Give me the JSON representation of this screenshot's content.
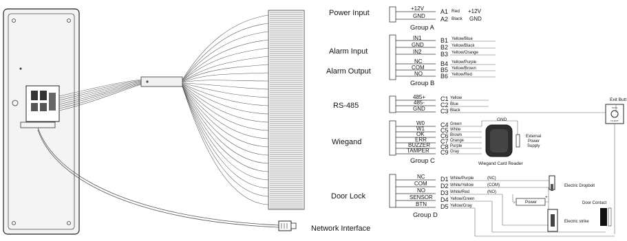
{
  "sections": {
    "power_input": "Power Input",
    "alarm_input": "Alarm Input",
    "alarm_output": "Alarm Output",
    "rs485": "RS-485",
    "wiegand": "Wiegand",
    "door_lock": "Door Lock",
    "network_interface": "Network Interface"
  },
  "groups": {
    "a": {
      "label": "Group A",
      "pins": [
        {
          "name": "+12V",
          "code": "A1",
          "wire": "Red",
          "extra": "+12V"
        },
        {
          "name": "GND",
          "code": "A2",
          "wire": "Black",
          "extra": "GND"
        }
      ]
    },
    "b": {
      "label": "Group B",
      "pins": [
        {
          "name": "IN1",
          "code": "B1",
          "wire": "Yellow/Blue"
        },
        {
          "name": "GND",
          "code": "B2",
          "wire": "Yellow/Black"
        },
        {
          "name": "IN2",
          "code": "B3",
          "wire": "Yellow/Orange"
        },
        {
          "name": "NC",
          "code": "B4",
          "wire": "Yellow/Purple"
        },
        {
          "name": "COM",
          "code": "B5",
          "wire": "Yellow/Brown"
        },
        {
          "name": "NO",
          "code": "B6",
          "wire": "Yellow/Red"
        }
      ]
    },
    "c_rs485": {
      "pins": [
        {
          "name": "485+",
          "code": "C1",
          "wire": "Yellow"
        },
        {
          "name": "485-",
          "code": "C2",
          "wire": "Blue"
        },
        {
          "name": "GND",
          "code": "C3",
          "wire": "Black"
        }
      ]
    },
    "c_wiegand": {
      "label": "Group C",
      "pins": [
        {
          "name": "W0",
          "code": "C4",
          "wire": "Green"
        },
        {
          "name": "W1",
          "code": "C5",
          "wire": "White"
        },
        {
          "name": "OK",
          "code": "C6",
          "wire": "Brown"
        },
        {
          "name": "ERR",
          "code": "C7",
          "wire": "Orange"
        },
        {
          "name": "BUZZER",
          "code": "C8",
          "wire": "Purple"
        },
        {
          "name": "TAMPER",
          "code": "C9",
          "wire": "Gray"
        }
      ]
    },
    "d": {
      "label": "Group D",
      "pins": [
        {
          "name": "NC",
          "code": "D1",
          "wire": "White/Purple",
          "mode": "(NC)"
        },
        {
          "name": "COM",
          "code": "D2",
          "wire": "White/Yellow",
          "mode": "(COM)"
        },
        {
          "name": "NO",
          "code": "D3",
          "wire": "White/Red",
          "mode": "(NO)"
        },
        {
          "name": "SENSOR",
          "code": "D4",
          "wire": "Yellow/Green"
        },
        {
          "name": "BTN",
          "code": "D5",
          "wire": "Yellow/Gray"
        }
      ]
    }
  },
  "devices": {
    "wiegand_gnd": "GND",
    "wiegand_reader": "Wiegand Card Reader",
    "external_power_1": "External",
    "external_power_2": "Power",
    "external_power_3": "Supply",
    "exit_button": "Exit Butt",
    "exit_push": "PUSH",
    "exit_exit": "TO EXIT",
    "electric_dropbolt": "Electric Dropbolt",
    "door_contact": "Door Contact",
    "electric_strike": "Electric strike",
    "power": "Power",
    "minus": "-",
    "plus": "+"
  }
}
